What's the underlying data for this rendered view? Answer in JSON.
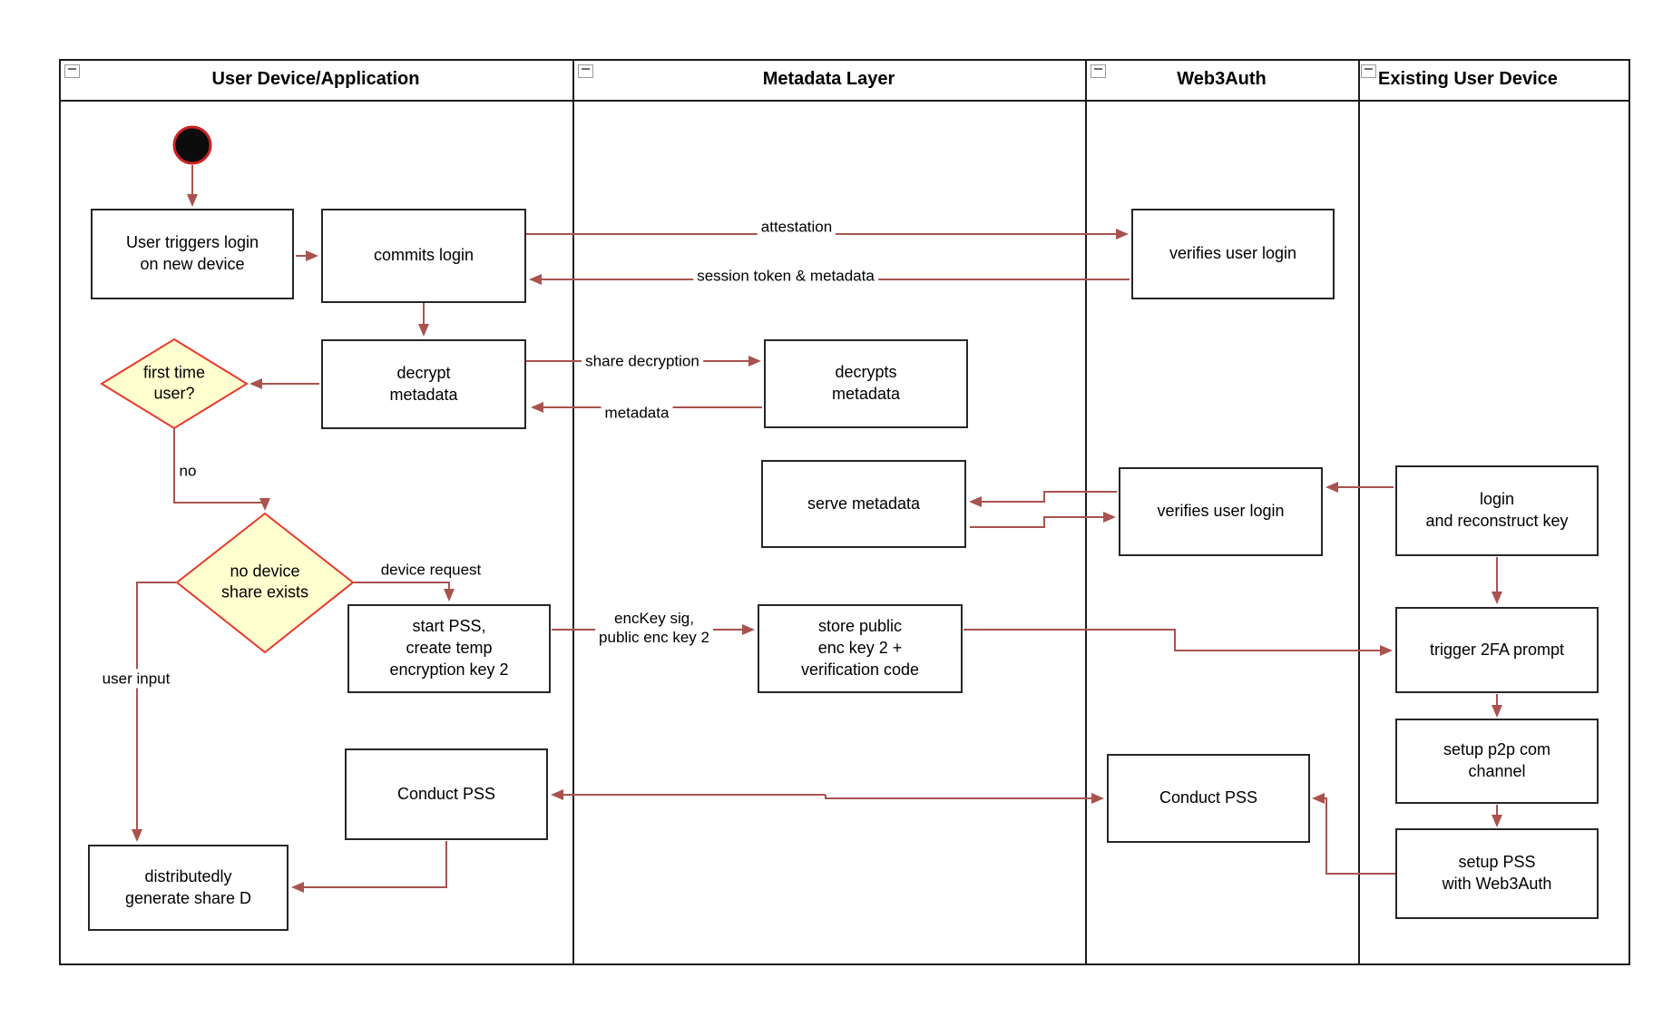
{
  "colors": {
    "arrow": "#a9534e",
    "frame": "#1c1c1c",
    "node_border": "#262626",
    "diamond_fill": "#ffffcf",
    "diamond_border": "#e8392c",
    "start_fill": "#0b0b0b",
    "start_ring": "#cc2222"
  },
  "lanes": [
    {
      "title": "User Device/Application"
    },
    {
      "title": "Metadata Layer"
    },
    {
      "title": "Web3Auth"
    },
    {
      "title": "Existing User Device"
    }
  ],
  "nodes": [
    {
      "id": "user-triggers-login",
      "shape": "rect",
      "lane": "User Device/Application",
      "label": "User triggers login\non new device"
    },
    {
      "id": "commits-login",
      "shape": "rect",
      "lane": "User Device/Application",
      "label": "commits login"
    },
    {
      "id": "decrypt-metadata",
      "shape": "rect",
      "lane": "User Device/Application",
      "label": "decrypt\nmetadata"
    },
    {
      "id": "first-time-user",
      "shape": "decision",
      "lane": "User Device/Application",
      "label": "first time\nuser?"
    },
    {
      "id": "no-device-share-exists",
      "shape": "decision",
      "lane": "User Device/Application",
      "label": "no device\nshare exists"
    },
    {
      "id": "start-pss",
      "shape": "rect",
      "lane": "User Device/Application",
      "label": "start PSS,\ncreate temp\nencryption key 2"
    },
    {
      "id": "conduct-pss-user-device",
      "shape": "rect",
      "lane": "User Device/Application",
      "label": "Conduct PSS"
    },
    {
      "id": "distributedly-generate-share-d",
      "shape": "rect",
      "lane": "User Device/Application",
      "label": "distributedly\ngenerate share D"
    },
    {
      "id": "decrypts-metadata",
      "shape": "rect",
      "lane": "Metadata Layer",
      "label": "decrypts\nmetadata"
    },
    {
      "id": "serve-metadata",
      "shape": "rect",
      "lane": "Metadata Layer",
      "label": "serve metadata"
    },
    {
      "id": "store-public-enc-key",
      "shape": "rect",
      "lane": "Metadata Layer",
      "label": "store public\nenc key 2 +\nverification code"
    },
    {
      "id": "verifies-user-login-top",
      "shape": "rect",
      "lane": "Web3Auth",
      "label": "verifies user login"
    },
    {
      "id": "verifies-user-login-mid",
      "shape": "rect",
      "lane": "Web3Auth",
      "label": "verifies user login"
    },
    {
      "id": "conduct-pss-web3auth",
      "shape": "rect",
      "lane": "Web3Auth",
      "label": "Conduct PSS"
    },
    {
      "id": "login-and-reconstruct-key",
      "shape": "rect",
      "lane": "Existing User Device",
      "label": "login\nand reconstruct key"
    },
    {
      "id": "trigger-2fa-prompt",
      "shape": "rect",
      "lane": "Existing User Device",
      "label": "trigger 2FA prompt"
    },
    {
      "id": "setup-p2p-com-channel",
      "shape": "rect",
      "lane": "Existing User Device",
      "label": "setup p2p com\nchannel"
    },
    {
      "id": "setup-pss-with-web3auth",
      "shape": "rect",
      "lane": "Existing User Device",
      "label": "setup PSS\nwith Web3Auth"
    }
  ],
  "edge_labels": [
    {
      "id": "attestation",
      "text": "attestation"
    },
    {
      "id": "session-token-metadata",
      "text": "session token & metadata"
    },
    {
      "id": "share-decryption",
      "text": "share decryption"
    },
    {
      "id": "metadata",
      "text": "metadata"
    },
    {
      "id": "no",
      "text": "no"
    },
    {
      "id": "device-request",
      "text": "device request"
    },
    {
      "id": "user-input",
      "text": "user input"
    },
    {
      "id": "enckey-sig",
      "text": "encKey sig,\npublic enc key 2"
    }
  ]
}
